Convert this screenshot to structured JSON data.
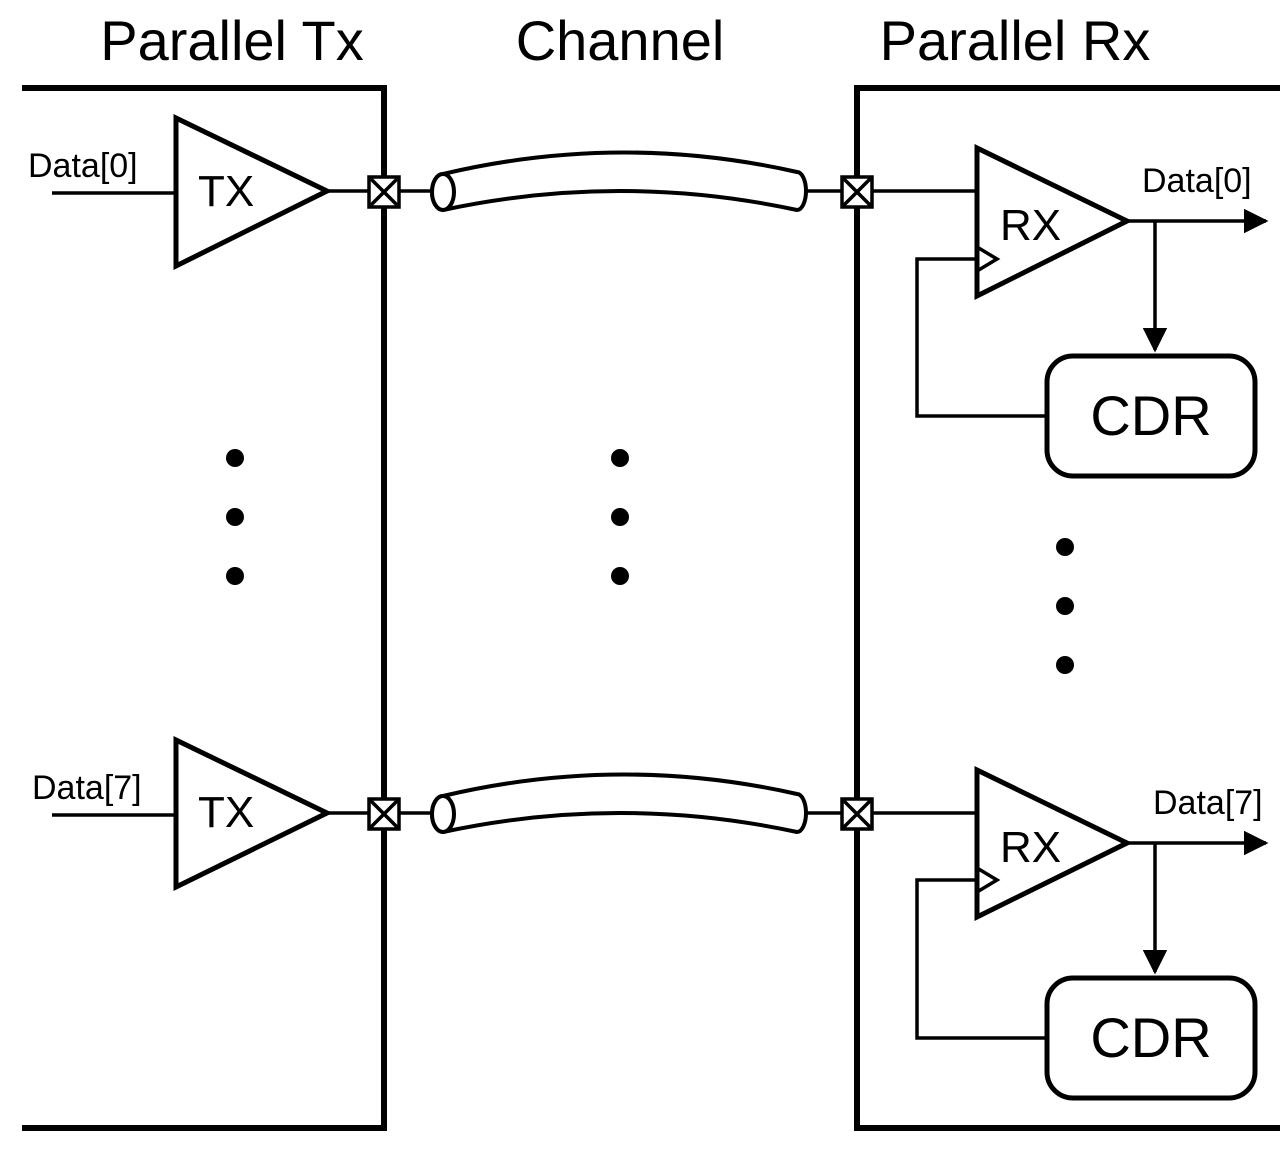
{
  "headings": {
    "tx": "Parallel Tx",
    "channel": "Channel",
    "rx": "Parallel Rx"
  },
  "lanes": [
    {
      "input_label": "Data[0]",
      "tx_label": "TX",
      "rx_label": "RX",
      "output_label": "Data[0]",
      "cdr_label": "CDR"
    },
    {
      "input_label": "Data[7]",
      "tx_label": "TX",
      "rx_label": "RX",
      "output_label": "Data[7]",
      "cdr_label": "CDR"
    }
  ],
  "colors": {
    "line": "#000000",
    "background": "#ffffff"
  }
}
